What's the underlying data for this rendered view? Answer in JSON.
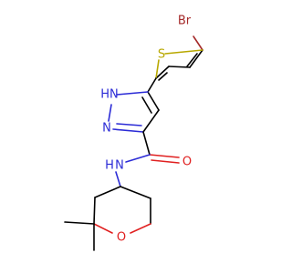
{
  "molecule": {
    "atoms": {
      "br": {
        "text": "Br",
        "color": "#a52a2a"
      },
      "s": {
        "text": "S",
        "color": "#b8a800"
      },
      "nh": {
        "text": "HN",
        "color": "#2b2bd6"
      },
      "n": {
        "text": "N",
        "color": "#2b2bd6"
      },
      "amide_n": {
        "text": "N",
        "color": "#2b2bd6"
      },
      "amide_h": {
        "text": "H",
        "color": "#2b2bd6"
      },
      "carbonyl_o": {
        "text": "O",
        "color": "#e02020"
      },
      "ring_o": {
        "text": "O",
        "color": "#e02020"
      }
    }
  }
}
